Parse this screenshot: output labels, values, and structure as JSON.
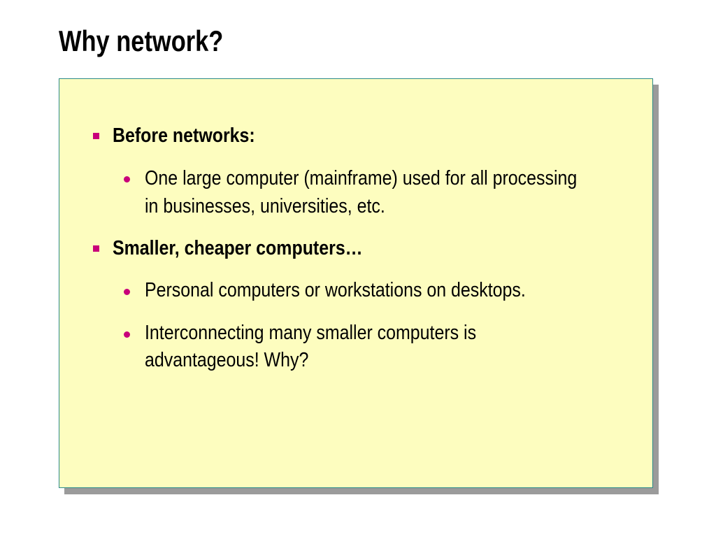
{
  "slide": {
    "title": "Why network?",
    "accent_color": "#c8007a",
    "box_fill": "#fdfdbf",
    "box_border": "#2b8a8a"
  },
  "bullets": [
    {
      "text": "Before networks:",
      "sub": [
        {
          "lines": [
            "One large computer (mainframe) used for all processing",
            "in businesses, universities, etc."
          ]
        }
      ]
    },
    {
      "text": "Smaller, cheaper computers…",
      "sub": [
        {
          "lines": [
            "Personal computers or workstations on desktops."
          ]
        },
        {
          "lines": [
            "Interconnecting many smaller computers is",
            "advantageous! Why?"
          ]
        }
      ]
    }
  ]
}
